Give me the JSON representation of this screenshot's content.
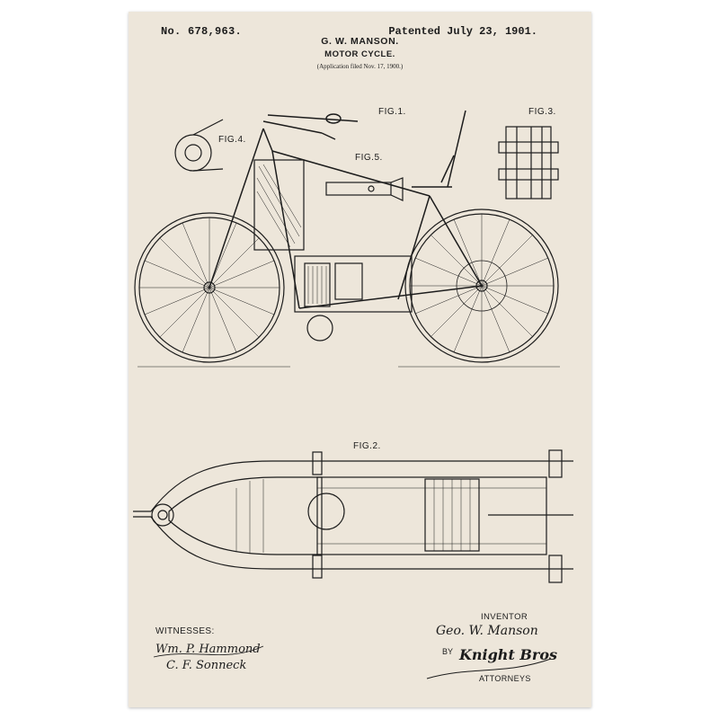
{
  "header": {
    "patent_number": "No. 678,963.",
    "patent_date": "Patented July 23, 1901.",
    "inventor_name": "G. W. MANSON.",
    "title": "MOTOR CYCLE.",
    "application": "(Application filed Nov. 17, 1900.)"
  },
  "figures": {
    "fig1": "FIG.1.",
    "fig2": "FIG.2.",
    "fig3": "FIG.3.",
    "fig4": "FIG.4.",
    "fig5": "FIG.5."
  },
  "footer": {
    "witnesses_label": "WITNESSES:",
    "witness_1": "Wm. P. Hammond",
    "witness_2": "C. F. Sonneck",
    "inventor_label": "INVENTOR",
    "inventor_signature": "Geo. W. Manson",
    "by_label": "BY",
    "attorney_signature": "Knight Bros",
    "attorneys_label": "ATTORNEYS"
  },
  "colors": {
    "paper": "#ede6da",
    "ink": "#1c1c1c"
  }
}
